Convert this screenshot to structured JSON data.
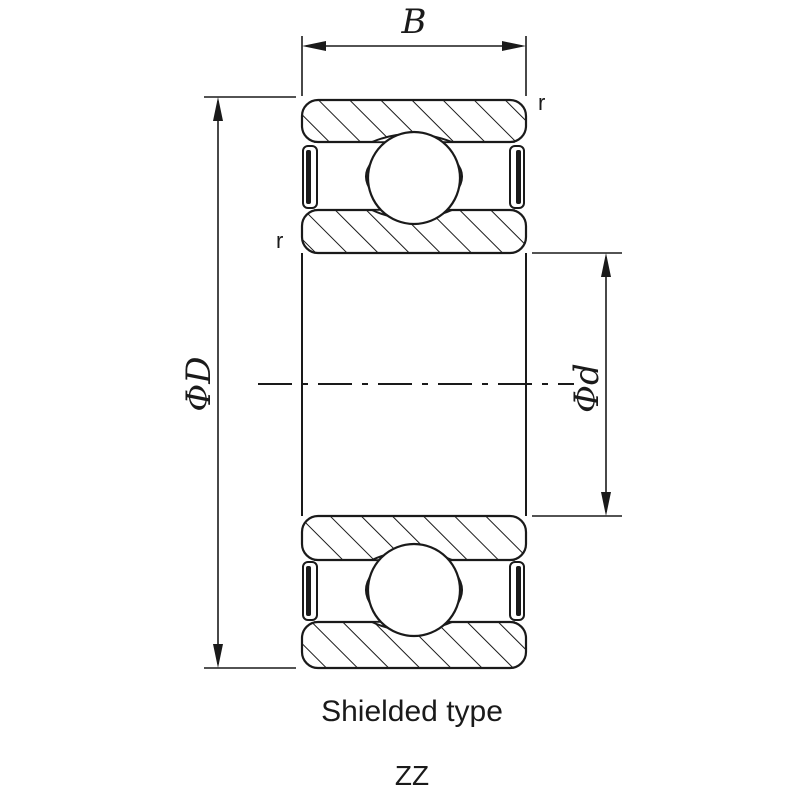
{
  "dimensions": {
    "width_label": "B",
    "outer_diameter_label": "ΦD",
    "bore_diameter_label": "Φd",
    "radius_label_top": "r",
    "radius_label_side": "r"
  },
  "caption": {
    "title": "Shielded type",
    "code": "ZZ"
  },
  "colors": {
    "ink": "#1a1a1a",
    "background": "#ffffff"
  }
}
